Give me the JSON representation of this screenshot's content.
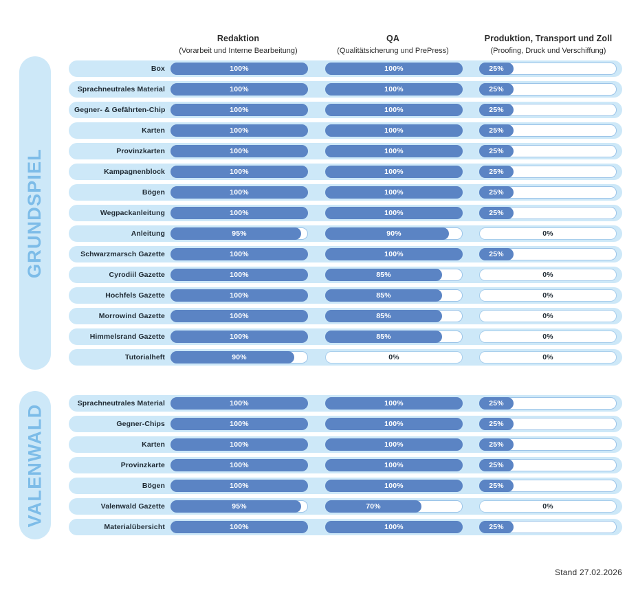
{
  "columns": [
    {
      "title": "Redaktion",
      "subtitle": "(Vorarbeit und Interne Bearbeitung)"
    },
    {
      "title": "QA",
      "subtitle": "(Qualitätsicherung und PrePress)"
    },
    {
      "title": "Produktion, Transport und Zoll",
      "subtitle": "(Proofing, Druck und Verschiffung)"
    }
  ],
  "colors": {
    "fill": "#5B84C4",
    "row_band": "#CDE8F8",
    "side_pill_bg": "#CDE8F8",
    "side_pill_text": "#7DBCE8",
    "track_border": "#9CC4E8",
    "text_dark": "#1f2a33",
    "text_light": "#ffffff",
    "page_bg": "#ffffff"
  },
  "sections": [
    {
      "name": "GRUNDSPIEL",
      "rows": [
        {
          "label": "Box",
          "values": [
            100,
            100,
            25
          ]
        },
        {
          "label": "Sprachneutrales Material",
          "values": [
            100,
            100,
            25
          ]
        },
        {
          "label": "Gegner- & Gefährten-Chips",
          "values": [
            100,
            100,
            25
          ]
        },
        {
          "label": "Karten",
          "values": [
            100,
            100,
            25
          ]
        },
        {
          "label": "Provinzkarten",
          "values": [
            100,
            100,
            25
          ]
        },
        {
          "label": "Kampagnenblock",
          "values": [
            100,
            100,
            25
          ]
        },
        {
          "label": "Bögen",
          "values": [
            100,
            100,
            25
          ]
        },
        {
          "label": "Wegpackanleitung",
          "values": [
            100,
            100,
            25
          ]
        },
        {
          "label": "Anleitung",
          "values": [
            95,
            90,
            0
          ]
        },
        {
          "label": "Schwarzmarsch Gazette",
          "values": [
            100,
            100,
            25
          ]
        },
        {
          "label": "Cyrodiil Gazette",
          "values": [
            100,
            85,
            0
          ]
        },
        {
          "label": "Hochfels Gazette",
          "values": [
            100,
            85,
            0
          ]
        },
        {
          "label": "Morrowind Gazette",
          "values": [
            100,
            85,
            0
          ]
        },
        {
          "label": "Himmelsrand Gazette",
          "values": [
            100,
            85,
            0
          ]
        },
        {
          "label": "Tutorialheft",
          "values": [
            90,
            0,
            0
          ]
        }
      ]
    },
    {
      "name": "VALENWALD",
      "rows": [
        {
          "label": "Sprachneutrales Material",
          "values": [
            100,
            100,
            25
          ]
        },
        {
          "label": "Gegner-Chips",
          "values": [
            100,
            100,
            25
          ]
        },
        {
          "label": "Karten",
          "values": [
            100,
            100,
            25
          ]
        },
        {
          "label": "Provinzkarte",
          "values": [
            100,
            100,
            25
          ]
        },
        {
          "label": "Bögen",
          "values": [
            100,
            100,
            25
          ]
        },
        {
          "label": "Valenwald Gazette",
          "values": [
            95,
            70,
            0
          ]
        },
        {
          "label": "Materialübersicht",
          "values": [
            100,
            100,
            25
          ]
        }
      ]
    }
  ],
  "footer": {
    "date_label": "Stand 27.02.2026"
  },
  "chart_data": {
    "type": "bar",
    "title": "",
    "xlabel": "",
    "ylabel": "",
    "ylim": [
      0,
      100
    ],
    "unit": "%",
    "orientation": "horizontal",
    "grid": false,
    "legend_position": "none",
    "categories": [
      "GRUNDSPIEL / Box",
      "GRUNDSPIEL / Sprachneutrales Material",
      "GRUNDSPIEL / Gegner- & Gefährten-Chips",
      "GRUNDSPIEL / Karten",
      "GRUNDSPIEL / Provinzkarten",
      "GRUNDSPIEL / Kampagnenblock",
      "GRUNDSPIEL / Bögen",
      "GRUNDSPIEL / Wegpackanleitung",
      "GRUNDSPIEL / Anleitung",
      "GRUNDSPIEL / Schwarzmarsch Gazette",
      "GRUNDSPIEL / Cyrodiil Gazette",
      "GRUNDSPIEL / Hochfels Gazette",
      "GRUNDSPIEL / Morrowind Gazette",
      "GRUNDSPIEL / Himmelsrand Gazette",
      "GRUNDSPIEL / Tutorialheft",
      "VALENWALD / Sprachneutrales Material",
      "VALENWALD / Gegner-Chips",
      "VALENWALD / Karten",
      "VALENWALD / Provinzkarte",
      "VALENWALD / Bögen",
      "VALENWALD / Valenwald Gazette",
      "VALENWALD / Materialübersicht"
    ],
    "series": [
      {
        "name": "Redaktion (Vorarbeit und Interne Bearbeitung)",
        "values": [
          100,
          100,
          100,
          100,
          100,
          100,
          100,
          100,
          95,
          100,
          100,
          100,
          100,
          100,
          90,
          100,
          100,
          100,
          100,
          100,
          95,
          100
        ]
      },
      {
        "name": "QA (Qualitätsicherung und PrePress)",
        "values": [
          100,
          100,
          100,
          100,
          100,
          100,
          100,
          100,
          90,
          100,
          85,
          85,
          85,
          85,
          0,
          100,
          100,
          100,
          100,
          100,
          70,
          100
        ]
      },
      {
        "name": "Produktion, Transport und Zoll (Proofing, Druck und Verschiffung)",
        "values": [
          25,
          25,
          25,
          25,
          25,
          25,
          25,
          25,
          0,
          25,
          0,
          0,
          0,
          0,
          0,
          25,
          25,
          25,
          25,
          25,
          0,
          25
        ]
      }
    ]
  }
}
